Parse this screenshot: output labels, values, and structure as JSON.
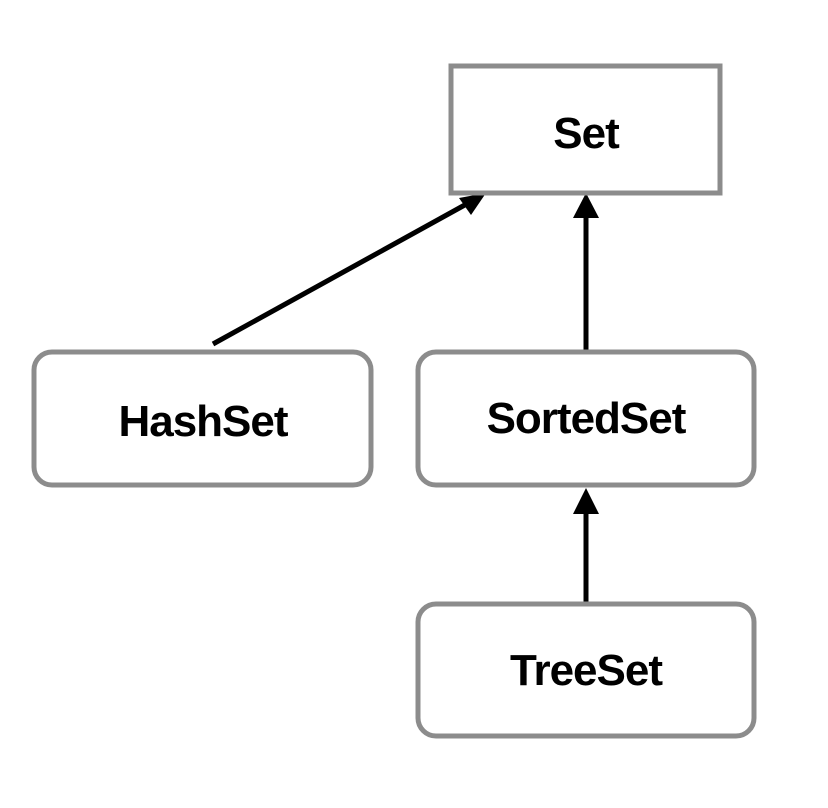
{
  "diagram": {
    "nodes": {
      "set": {
        "label": "Set",
        "shape": "rectangle"
      },
      "hashset": {
        "label": "HashSet",
        "shape": "rounded-rectangle"
      },
      "sortedset": {
        "label": "SortedSet",
        "shape": "rounded-rectangle"
      },
      "treeset": {
        "label": "TreeSet",
        "shape": "rounded-rectangle"
      }
    },
    "edges": [
      {
        "from": "HashSet",
        "to": "Set"
      },
      {
        "from": "SortedSet",
        "to": "Set"
      },
      {
        "from": "TreeSet",
        "to": "SortedSet"
      }
    ],
    "colors": {
      "node_border": "#8c8c8c",
      "arrow": "#000000",
      "text": "#000000",
      "background": "#ffffff"
    }
  }
}
